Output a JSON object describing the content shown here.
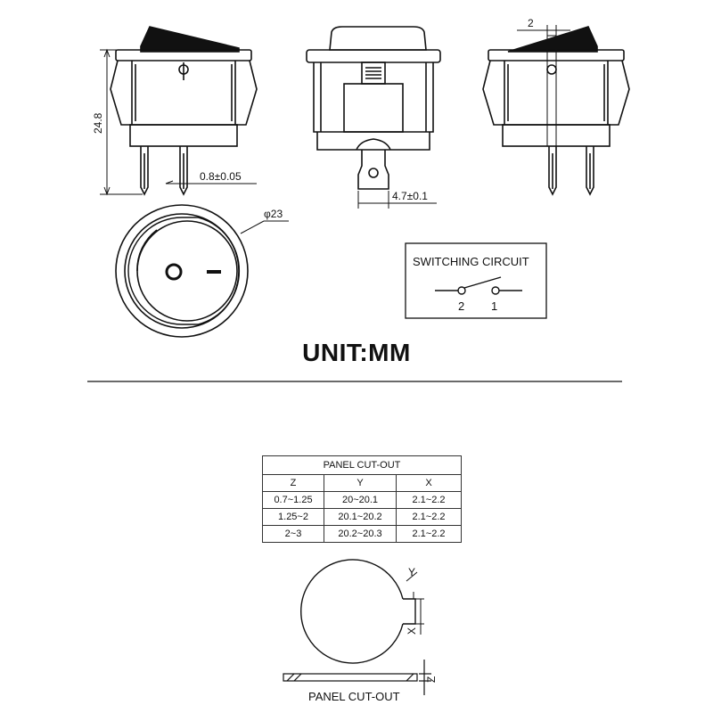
{
  "dimensions": {
    "height": "24.8",
    "pin_thickness": "0.8±0.05",
    "pin_width": "4.7±0.1",
    "diameter": "φ23",
    "offset": "2"
  },
  "switch_face": {
    "off_symbol": "O",
    "on_symbol": "—"
  },
  "switching_circuit": {
    "title": "SWITCHING CIRCUIT",
    "terminals": [
      "2",
      "1"
    ]
  },
  "unit_title": "UNIT:MM",
  "panel_cutout_table": {
    "title": "PANEL CUT-OUT",
    "headers": [
      "Z",
      "Y",
      "X"
    ],
    "rows": [
      [
        "0.7~1.25",
        "20~20.1",
        "2.1~2.2"
      ],
      [
        "1.25~2",
        "20.1~20.2",
        "2.1~2.2"
      ],
      [
        "2~3",
        "20.2~20.3",
        "2.1~2.2"
      ]
    ]
  },
  "cutout_drawing": {
    "labels": {
      "y": "Y",
      "x": "X",
      "z": "Z"
    },
    "caption": "PANEL CUT-OUT"
  }
}
